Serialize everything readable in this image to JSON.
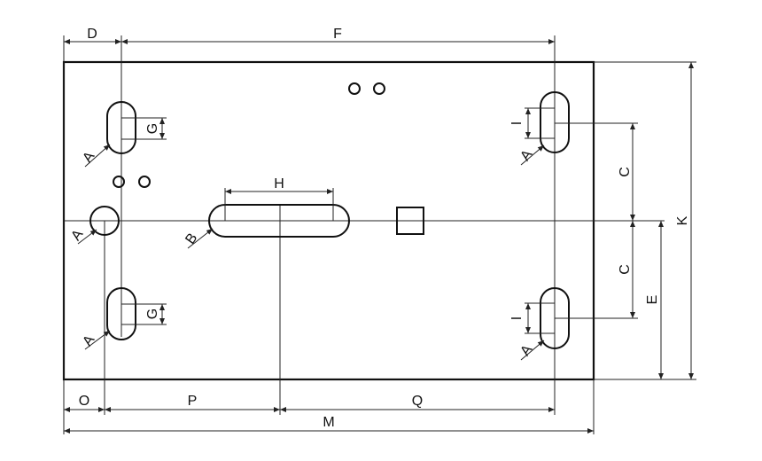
{
  "labels": {
    "D": "D",
    "F": "F",
    "G": "G",
    "H": "H",
    "I": "I",
    "C": "C",
    "K": "K",
    "E": "E",
    "A": "A",
    "B": "B",
    "O": "O",
    "P": "P",
    "Q": "Q",
    "M": "M"
  },
  "colors": {
    "stroke": "#111111",
    "background": "#ffffff"
  }
}
